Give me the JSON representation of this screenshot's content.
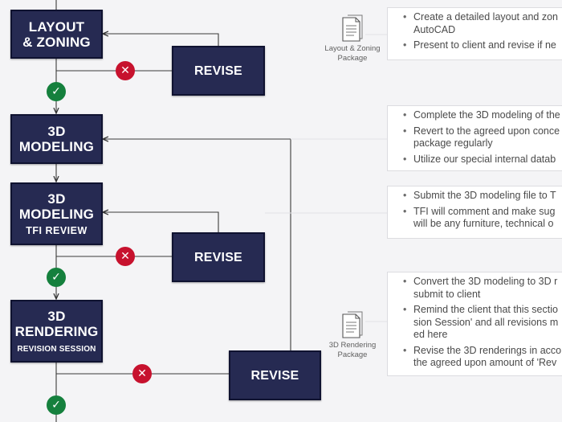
{
  "steps": {
    "layout": {
      "title_line1": "LAYOUT",
      "title_line2": "& ZONING"
    },
    "modeling": {
      "title_line1": "3D",
      "title_line2": "MODELING"
    },
    "modeling_review": {
      "title_line1": "3D",
      "title_line2": "MODELING",
      "subtitle": "TFI REVIEW"
    },
    "rendering": {
      "title_line1": "3D",
      "title_line2": "RENDERING",
      "subtitle": "REVISION SESSION"
    }
  },
  "revise": {
    "r1": {
      "label": "REVISE"
    },
    "r2": {
      "label": "REVISE"
    },
    "r3": {
      "label": "REVISE"
    }
  },
  "icons": {
    "approve": "check-circle-icon",
    "reject": "x-circle-icon",
    "document": "document-package-icon",
    "approve_color": "#15803d",
    "reject_color": "#c7122e",
    "box_color": "#262a52"
  },
  "packages": {
    "layout_zoning": {
      "line1": "Layout & Zoning",
      "line2": "Package"
    },
    "rendering": {
      "line1": "3D Rendering",
      "line2": "Package"
    }
  },
  "notes": {
    "layout": [
      "Create a detailed layout and zon",
      "AutoCAD",
      "Present to client and revise if ne"
    ],
    "modeling": [
      "Complete the 3D modeling of the",
      "Revert to the agreed upon conce",
      "package regularly",
      "Utilize our special internal datab"
    ],
    "review": [
      "Submit the 3D modeling file to T",
      "TFI will comment and make sug",
      "will be any furniture, technical o"
    ],
    "rendering": [
      "Convert the 3D modeling to 3D r",
      "submit to client",
      "Remind the client that this sectio",
      "sion Session' and all revisions m",
      "ed here",
      "Revise the 3D renderings in acco",
      "the agreed upon amount of 'Rev"
    ]
  }
}
